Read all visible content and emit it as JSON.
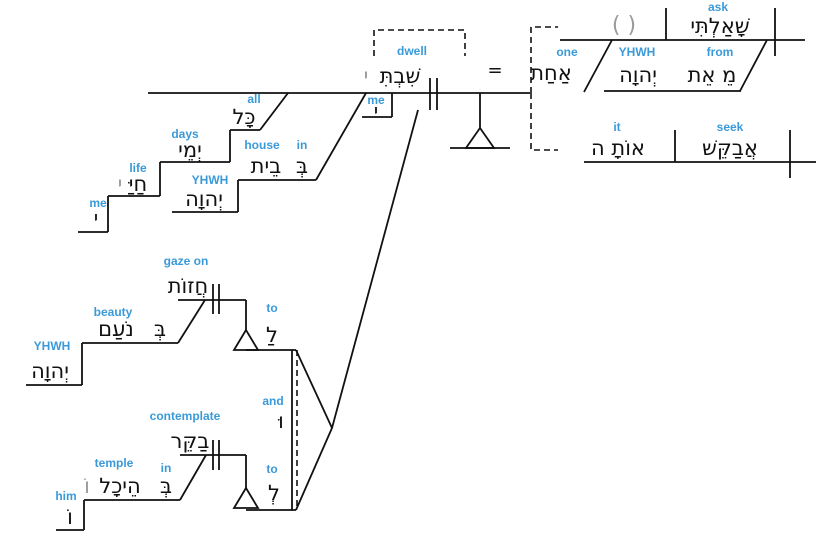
{
  "words": {
    "ask": {
      "gloss": "ask",
      "hebrew": "שָׁאַלְתִּי"
    },
    "one": {
      "gloss": "one",
      "hebrew": "אַחַת"
    },
    "yhwh_top": {
      "gloss": "YHWH",
      "hebrew": "יְהוָה"
    },
    "from": {
      "gloss": "from",
      "hebrew": "מֵ אֵת"
    },
    "dwell": {
      "gloss": "dwell",
      "hebrew": "שִׁבְתִּ",
      "suffix": "י"
    },
    "me_dwell": {
      "gloss": "me",
      "hebrew": "י"
    },
    "all": {
      "gloss": "all",
      "hebrew": "כָּל"
    },
    "days": {
      "gloss": "days",
      "hebrew": "יְמֵי"
    },
    "life": {
      "gloss": "life",
      "hebrew": "חַיַּ",
      "suffix": "י"
    },
    "me_life": {
      "gloss": "me",
      "hebrew": "י"
    },
    "house": {
      "gloss": "house",
      "hebrew": "בֵית"
    },
    "in_house": {
      "gloss": "in",
      "hebrew": "בְּ"
    },
    "yhwh_house": {
      "gloss": "YHWH",
      "hebrew": "יְהוָה"
    },
    "it": {
      "gloss": "it",
      "hebrew": "אוֹתָ ה"
    },
    "seek": {
      "gloss": "seek",
      "hebrew": "אֲבַקֵּשׁ"
    },
    "gaze": {
      "gloss": "gaze on",
      "hebrew": "חֲזוֹת"
    },
    "beauty": {
      "gloss": "beauty",
      "hebrew": "נֹעַם"
    },
    "in_beauty": {
      "hebrew": "בְּ"
    },
    "yhwh_beauty": {
      "gloss": "YHWH",
      "hebrew": "יְהוָה"
    },
    "to1": {
      "gloss": "to",
      "hebrew": "לַ"
    },
    "and": {
      "gloss": "and",
      "hebrew": "וּ"
    },
    "contemplate": {
      "gloss": "contemplate",
      "hebrew": "בַקֵּר"
    },
    "temple": {
      "gloss": "temple",
      "hebrew": "הֵיכָל",
      "suffix": "וֹ"
    },
    "in_temple": {
      "gloss": "in",
      "hebrew": "בְּ"
    },
    "him": {
      "gloss": "him",
      "hebrew": "וֹ"
    },
    "to2": {
      "gloss": "to",
      "hebrew": "לְ"
    }
  },
  "symbols": {
    "equals": "=",
    "paren": "( )"
  }
}
